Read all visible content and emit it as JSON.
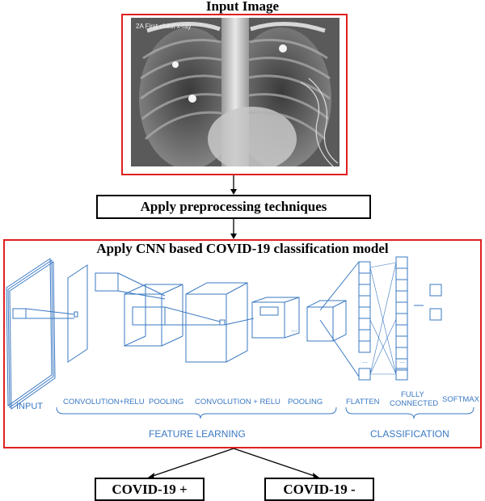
{
  "input_title": "Input Image",
  "xray_caption": "2A First chest x-ray",
  "preprocess_label": "Apply preprocessing techniques",
  "model_title": "Apply CNN based COVID-19 classification model",
  "cnn": {
    "input_label": "INPUT",
    "stages": [
      "CONVOLUTION+RELU",
      "POOLING",
      "CONVOLUTION + RELU",
      "POOLING"
    ],
    "classification_stages": [
      "FLATTEN",
      "FULLY",
      "CONNECTED",
      "SOFTMAX"
    ],
    "ellipsis": "...",
    "feature_learning": "FEATURE LEARNING",
    "classification": "CLASSIFICATION"
  },
  "outputs": {
    "positive": "COVID-19 +",
    "negative": "COVID-19 -"
  },
  "colors": {
    "frame_red": "#e02020",
    "cnn_blue": "#3a78c2"
  }
}
